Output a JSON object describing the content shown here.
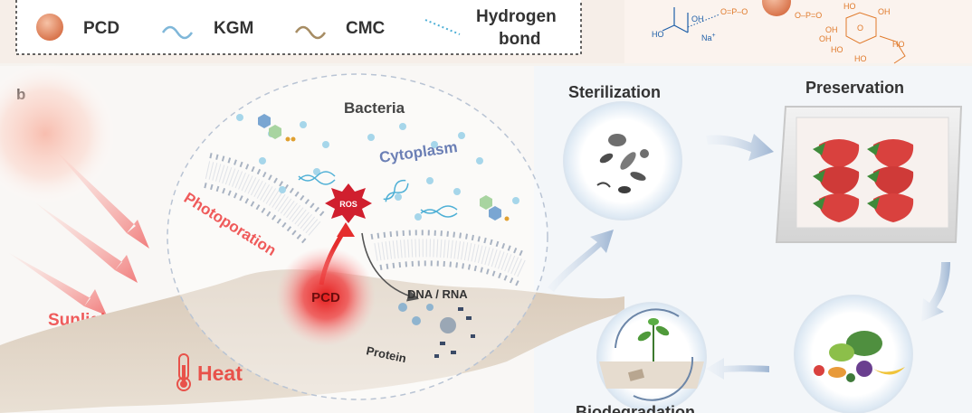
{
  "legend": {
    "items": [
      {
        "label": "PCD",
        "icon": "orange-sphere-icon"
      },
      {
        "label": "KGM",
        "icon": "blue-wave-icon"
      },
      {
        "label": "CMC",
        "icon": "brown-wave-icon"
      },
      {
        "label_line1": "Hydrogen",
        "label_line2": "bond",
        "icon": "dotted-line-icon"
      }
    ]
  },
  "chem_labels": {
    "ho_1": "HO",
    "oh_1": "OH",
    "na": "Na",
    "na_sup": "+",
    "p_1": "O=P–O",
    "p_2": "O–P=O",
    "ho_right": "HO",
    "oh_right": "OH",
    "oh_bottom": "OH",
    "ho_bottom": "HO",
    "ho_mid": "HO",
    "oh_mid": "OH",
    "o_ring": "O",
    "ho_low": "HO"
  },
  "panel_b": {
    "panel_letter": "b",
    "bacteria_title": "Bacteria",
    "cytoplasm_label": "Cytoplasm",
    "photoporation_label": "Photoporation",
    "ros_label": "ROS",
    "pcd_label": "PCD",
    "dna_rna_label": "DNA / RNA",
    "protein_label": "Protein",
    "sunlight_label": "Sunlight",
    "heat_label": "Heat",
    "sterilization_label": "Sterilization",
    "preservation_label": "Preservation",
    "biodegradation_label": "Biodegradation"
  },
  "colors": {
    "pcd_orange": "#e8956d",
    "kgm_blue": "#7fb7d9",
    "cmc_brown": "#a68c63",
    "sunlight_red": "#ef5b5b",
    "cytoplasm_blue": "#6b7fb5",
    "heat_red": "#e8524a",
    "arrow_blue": "#a9bfd8",
    "chem_blue": "#1f5fa8",
    "chem_orange": "#e07a2b"
  }
}
